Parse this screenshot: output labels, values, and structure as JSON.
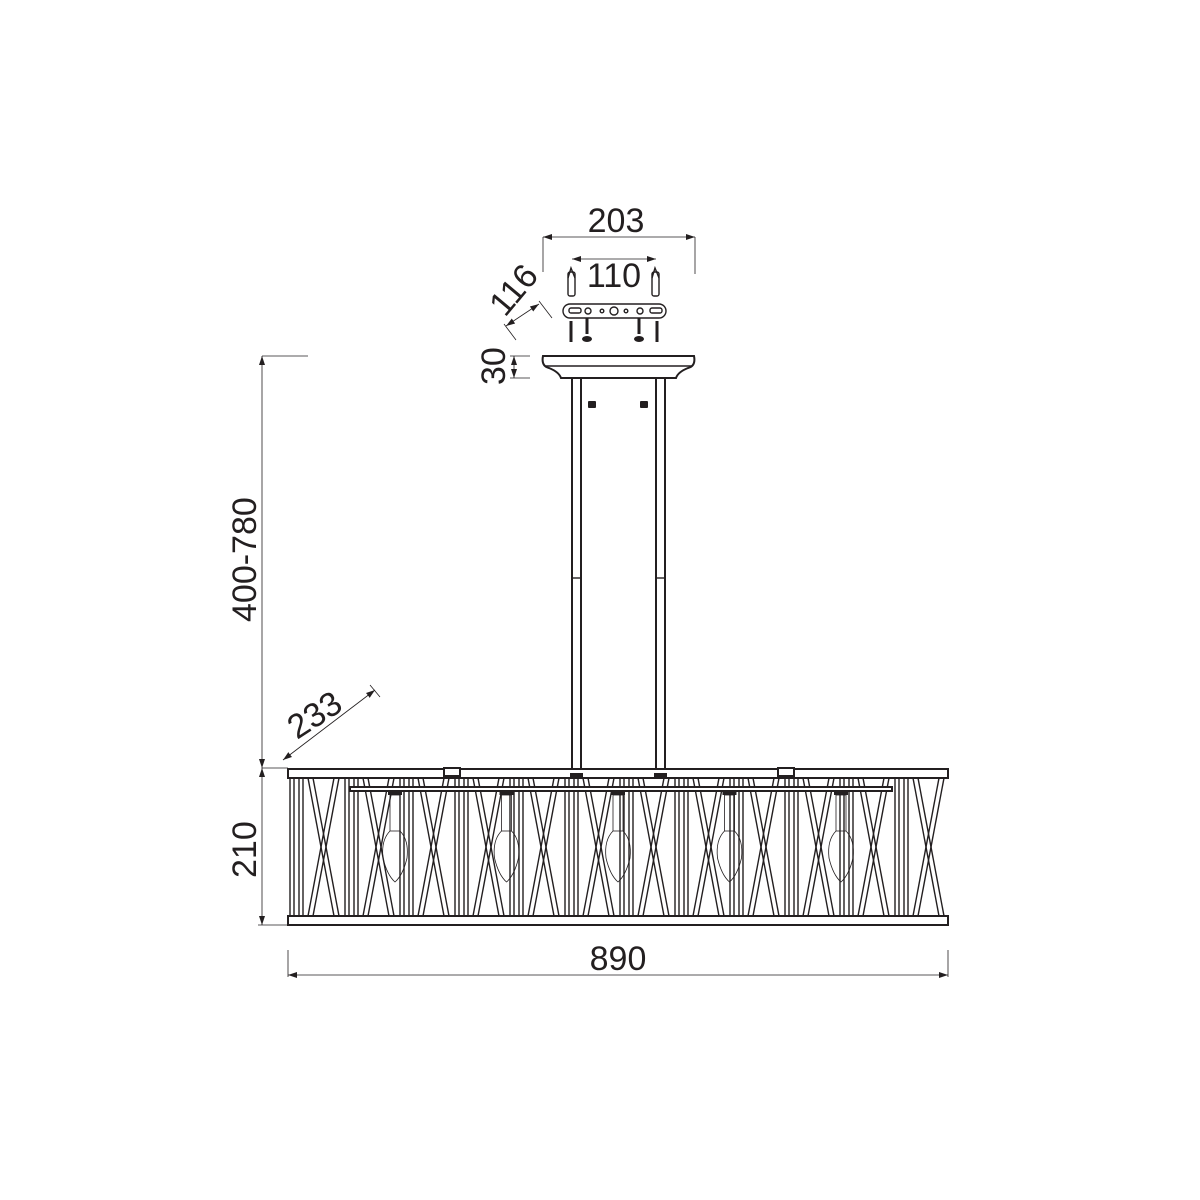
{
  "drawing": {
    "title": "Pendant chandelier dimension drawing",
    "line_color": "#231f20",
    "dimensions": {
      "canopy_width": "203",
      "mount_spacing": "110",
      "canopy_depth": "116",
      "canopy_height": "30",
      "drop_length": "400-780",
      "shade_depth": "233",
      "shade_height": "210",
      "overall_width": "890"
    },
    "bulb_count": 5
  }
}
